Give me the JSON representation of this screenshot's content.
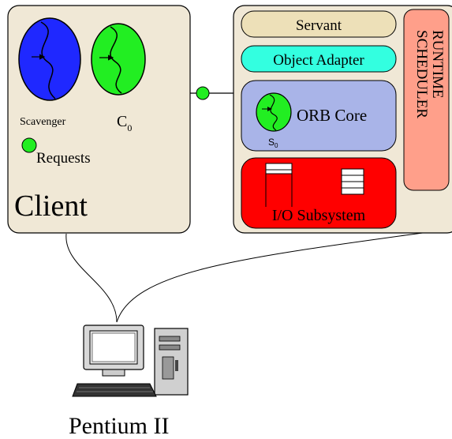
{
  "client": {
    "label": "Client",
    "scavenger_label": "Scavenger",
    "c0_label": "C",
    "c0_sub": "0",
    "requests_label": "Requests"
  },
  "server": {
    "servant_label": "Servant",
    "object_adapter_label": "Object Adapter",
    "orb_core_label": "ORB Core",
    "s0_label": "S",
    "s0_sub": "0",
    "io_label": "I/O Subsystem",
    "scheduler_line1": "RUNTIME",
    "scheduler_line2": "SCHEDULER"
  },
  "machine": {
    "label": "Pentium II"
  },
  "colors": {
    "panel": "#f0e8d6",
    "servant": "#ede0b8",
    "object_adapter": "#33ffe0",
    "orb_core": "#a9b4e8",
    "io_subsystem": "#ff0000",
    "scheduler": "#ff9f8a",
    "scavenger": "#1f28ff",
    "thread_green": "#22ee22"
  }
}
